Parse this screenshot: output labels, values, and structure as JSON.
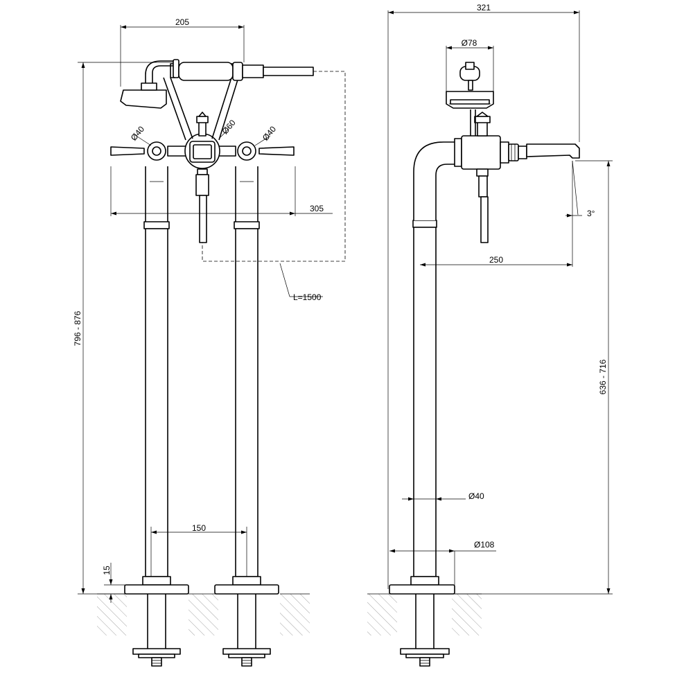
{
  "front_view": {
    "width_handshower": "205",
    "diameter_left_handle": "Ø40",
    "diameter_center": "Ø60",
    "diameter_right_handle": "Ø40",
    "width_handles": "305",
    "hose_length": "L=1500",
    "height_range": "796 - 876",
    "leg_spacing": "150",
    "base_thickness": "15"
  },
  "side_view": {
    "total_depth": "321",
    "diameter_shower_head": "Ø78",
    "spout_angle": "3°",
    "spout_reach": "250",
    "spout_height_range": "636 - 716",
    "diameter_column": "Ø40",
    "diameter_base": "Ø108"
  }
}
